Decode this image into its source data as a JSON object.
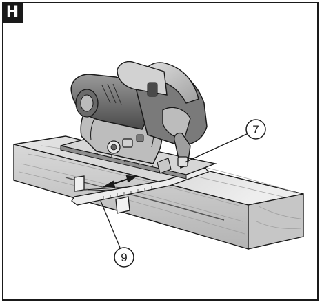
{
  "figure": {
    "label": "H",
    "callouts": [
      {
        "number": "7",
        "part": "parallel-guide-lock"
      },
      {
        "number": "9",
        "part": "parallel-guide"
      }
    ]
  },
  "colors": {
    "ink": "#1a1a1a",
    "badge_bg": "#1a1a1a",
    "badge_text": "#ffffff",
    "wood_light": "#e8e8e8",
    "wood_dark": "#b8b8b8",
    "tool_dark": "#4a4a4a",
    "tool_mid": "#8a8a8a",
    "tool_light": "#cfcfcf"
  }
}
